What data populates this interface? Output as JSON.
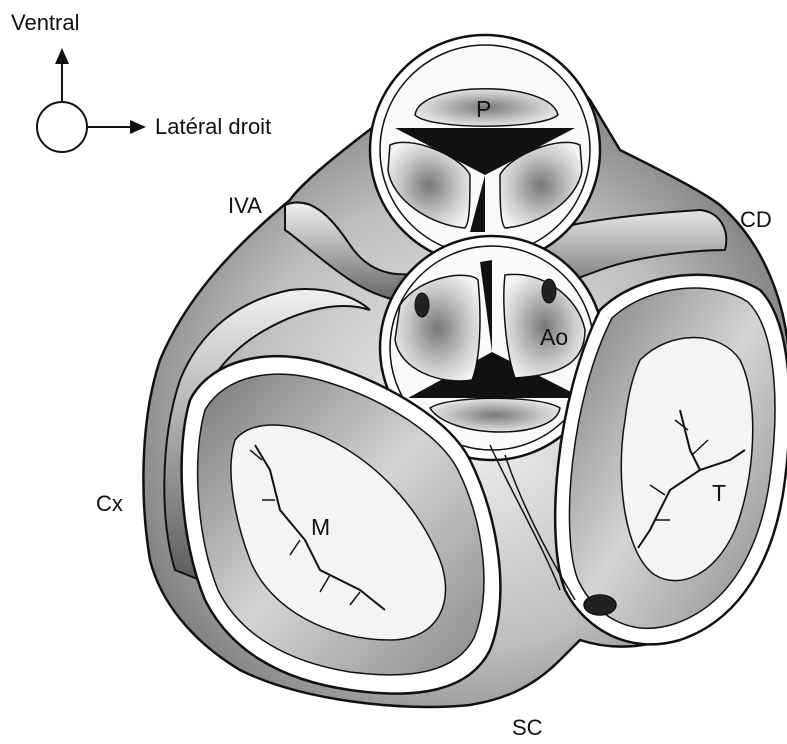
{
  "orientation": {
    "up_label": "Ventral",
    "right_label": "Latéral droit"
  },
  "labels": {
    "pulmonary": "P",
    "aortic": "Ao",
    "mitral": "M",
    "tricuspid": "T",
    "lad": "IVA",
    "rca": "CD",
    "circumflex": "Cx",
    "coronary_sinus": "SC"
  },
  "colors": {
    "ink": "#111111",
    "tissue_dark": "#5a5a5a",
    "tissue_mid": "#9a9a9a",
    "tissue_light": "#e6e6e6"
  }
}
